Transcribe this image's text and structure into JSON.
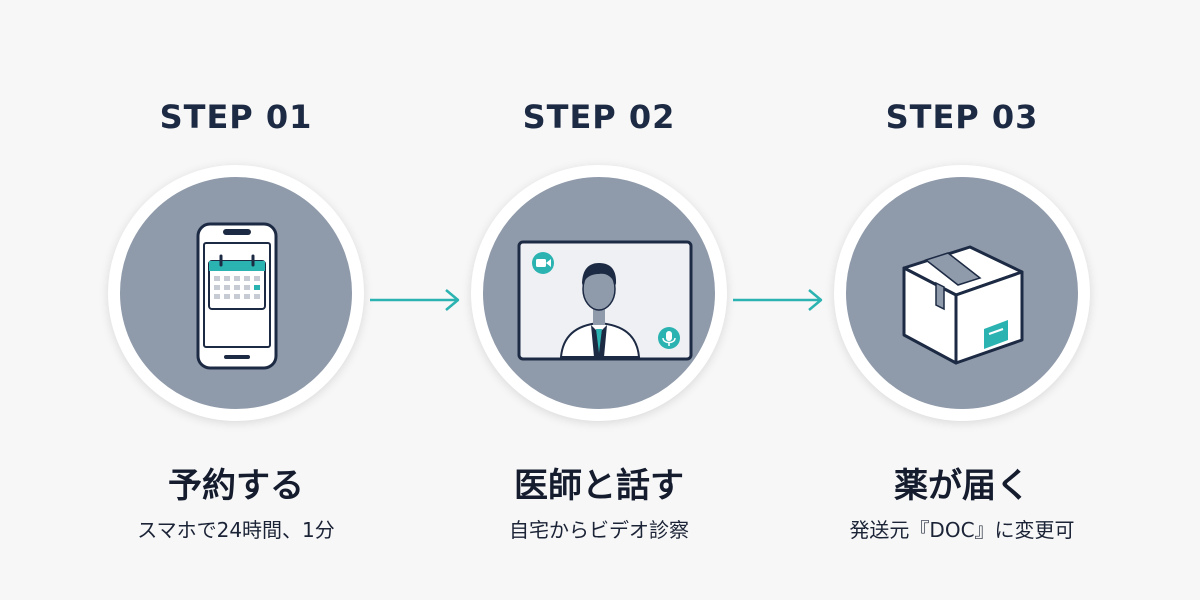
{
  "steps": [
    {
      "label": "STEP 01",
      "title": "予約する",
      "subtitle": "スマホで24時間、1分",
      "icon": "smartphone-calendar-icon"
    },
    {
      "label": "STEP 02",
      "title": "医師と話す",
      "subtitle": "自宅からビデオ診察",
      "icon": "video-consultation-icon"
    },
    {
      "label": "STEP 03",
      "title": "薬が届く",
      "subtitle": "発送元『DOC』に変更可",
      "icon": "package-box-icon"
    }
  ],
  "colors": {
    "accent": "#2bb3b1",
    "circle": "#8f9aaa",
    "navy": "#1d2a44",
    "background": "#f7f7f7"
  }
}
